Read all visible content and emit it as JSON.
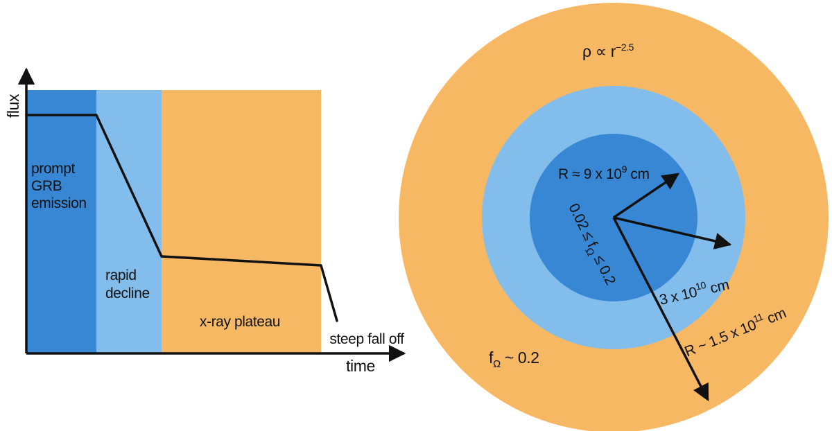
{
  "colors": {
    "dark_blue": "#3887d4",
    "light_blue": "#82bdec",
    "orange": "#f7b864",
    "ink": "#111111"
  },
  "lightcurve": {
    "axis_y_label": "flux",
    "axis_x_label": "time",
    "phases": [
      {
        "lines": [
          "prompt",
          "GRB",
          "emission"
        ],
        "color": "dark_blue"
      },
      {
        "lines": [
          "rapid",
          "decline"
        ],
        "color": "light_blue"
      },
      {
        "lines": [
          "x-ray plateau"
        ],
        "color": "orange"
      },
      {
        "lines": [
          "steep fall off"
        ],
        "color": "none"
      }
    ]
  },
  "star": {
    "outer_density": {
      "prefix": "ρ ∝ r",
      "exp": "−2.5"
    },
    "outer_fraction": {
      "prefix": "f",
      "sub": "Ω",
      "suffix": " ~ 0.2"
    },
    "core_radius": {
      "prefix": "R ≈ 9 x 10",
      "exp": "9",
      "suffix": " cm"
    },
    "core_fraction": {
      "prefix": "0.02 ≤ f",
      "sub": "Ω",
      "suffix": " ≤ 0.2"
    },
    "middle_radius": {
      "prefix": "3 x 10",
      "exp": "10",
      "suffix": " cm"
    },
    "outer_radius": {
      "prefix": "R ~ 1.5 x 10",
      "exp": "11",
      "suffix": " cm"
    }
  }
}
